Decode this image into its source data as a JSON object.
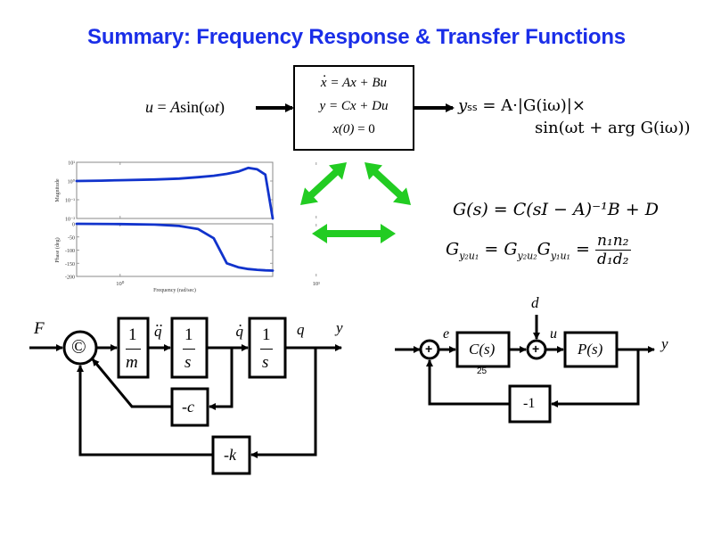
{
  "title": "Summary: Frequency Response & Transfer Functions",
  "state_space": {
    "input_label": "u = A sin(ωt)",
    "input_parts": {
      "lhs": "u",
      "eq": " = ",
      "amp": "A",
      "fn": "sin(",
      "omega": "ω",
      "t": "t",
      "close": ")"
    },
    "equations": [
      {
        "var": "x",
        "dotted": true,
        "rhs": " = Ax + Bu"
      },
      {
        "var": "y",
        "dotted": false,
        "rhs": " = Cx + Du"
      },
      {
        "var": "x(0)",
        "dotted": false,
        "rhs": " = 0"
      }
    ],
    "output_line1": "y_ss = A·|G(iω)|×",
    "output_line1_parts": {
      "y": "y",
      "sub": "ss",
      "rest": " = A·|G(iω)|×"
    },
    "output_line2": "sin(ωt + arg G(iω))"
  },
  "transfer_functions": {
    "eq1": "G(s) = C(sI − A)⁻¹B + D",
    "eq2_lhs": "G",
    "eq2_lhs_sub": "y₂u₁",
    "eq2_mid1": "G",
    "eq2_mid1_sub": "y₂u₂",
    "eq2_mid2": "G",
    "eq2_mid2_sub": "y₁u₁",
    "eq2_num": "n₁n₂",
    "eq2_den": "d₁d₂"
  },
  "arrows": {
    "color": "#22cc22",
    "items": [
      "bode-to-statespace",
      "statespace-to-transfer",
      "bode-to-transfer"
    ]
  },
  "chart_data": {
    "type": "line",
    "title": "",
    "xlabel": "Frequency (rad/sec)",
    "xscale": "log",
    "xlim": [
      0.6,
      6.0
    ],
    "xticks": [
      {
        "value": 1,
        "label": "10^0"
      },
      {
        "value": 10,
        "label": "10^1"
      }
    ],
    "series_color": "#1133cc",
    "panels": [
      {
        "name": "magnitude",
        "ylabel": "Magnitude",
        "yscale": "log",
        "ylim": [
          0.01,
          10
        ],
        "yticks": [
          {
            "value": 10,
            "label": "10^1"
          },
          {
            "value": 1,
            "label": "10^0"
          },
          {
            "value": 0.1,
            "label": "10^-1"
          },
          {
            "value": 0.01,
            "label": "10^-2"
          }
        ],
        "x": [
          0.6,
          0.8,
          1.0,
          1.5,
          2.0,
          2.5,
          3.0,
          3.5,
          4.0,
          4.5,
          5.0,
          5.5,
          6.0
        ],
        "y": [
          1.0,
          1.05,
          1.1,
          1.2,
          1.35,
          1.6,
          1.9,
          2.4,
          3.2,
          5.0,
          4.2,
          2.2,
          0.01
        ]
      },
      {
        "name": "phase",
        "ylabel": "Phase (deg)",
        "yscale": "linear",
        "ylim": [
          -200,
          0
        ],
        "yticks": [
          {
            "value": 0,
            "label": "0"
          },
          {
            "value": -50,
            "label": "-50"
          },
          {
            "value": -100,
            "label": "-100"
          },
          {
            "value": -150,
            "label": "-150"
          },
          {
            "value": -200,
            "label": "-200"
          }
        ],
        "x": [
          0.6,
          1.0,
          1.5,
          2.0,
          2.5,
          3.0,
          3.5,
          4.0,
          4.5,
          5.0,
          5.5,
          6.0
        ],
        "y": [
          0,
          -1,
          -3,
          -8,
          -20,
          -55,
          -150,
          -165,
          -172,
          -175,
          -177,
          -178
        ]
      }
    ]
  },
  "mass_spring_diagram": {
    "input_label": "F",
    "sum_symbol": "©",
    "blocks": [
      {
        "num": "1",
        "den": "m"
      },
      {
        "num": "1",
        "den": "s"
      },
      {
        "num": "1",
        "den": "s"
      }
    ],
    "signals": {
      "qddot": "q",
      "qdot": "q",
      "q": "q",
      "y": "y"
    },
    "feedback_c": "-c",
    "feedback_k": "-k"
  },
  "feedback_loop_diagram": {
    "sum_symbol": "+",
    "error_label": "e",
    "controller": "C(s)",
    "disturbance": "d",
    "control_label": "u",
    "plant": "P(s)",
    "output": "y",
    "feedback_gain": "-1",
    "page_number": "25"
  }
}
